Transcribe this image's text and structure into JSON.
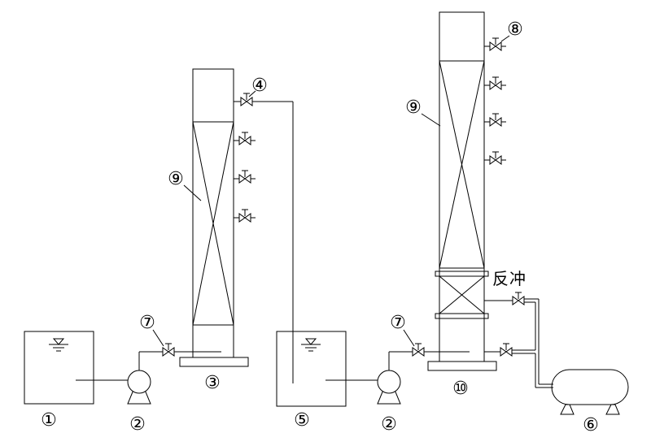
{
  "diagram": {
    "background": "#ffffff",
    "line_color": "#000000",
    "labels": {
      "tank_left": "①",
      "pump_left": "②",
      "column_left_base": "③",
      "valve_transfer": "④",
      "tank_middle": "⑤",
      "pump_middle": "②",
      "buffer_vessel": "⑥",
      "valve_feed_left": "⑦",
      "valve_feed_right": "⑦",
      "valve_vent": "⑧",
      "packing_left": "⑨",
      "packing_right": "⑨",
      "column_right_base": "⑩",
      "backflush": "反冲"
    }
  }
}
